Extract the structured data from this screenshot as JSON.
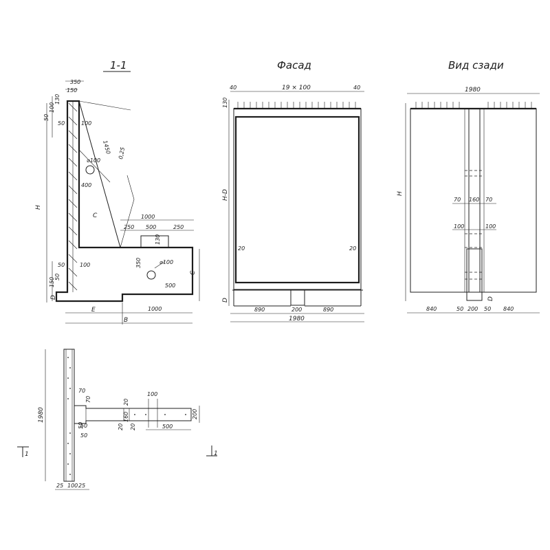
{
  "titles": {
    "section": "1-1",
    "facade": "Фасад",
    "rear": "Вид сзади"
  },
  "section_view": {
    "top": [
      "350",
      "150"
    ],
    "left_top": [
      "50",
      "100",
      "130"
    ],
    "left_bottom": [
      "50",
      "150",
      "50"
    ],
    "inner": [
      "50",
      "100",
      "400",
      "100",
      "C"
    ],
    "diag": [
      "1450",
      "0,25"
    ],
    "hole": "⌀100",
    "hole2": "⌀100",
    "h": "H",
    "d": "D",
    "e": "E",
    "b": "B",
    "c_right": "C",
    "base_top": [
      "1000",
      "250",
      "500",
      "250"
    ],
    "base": [
      "130",
      "350",
      "500",
      "1000"
    ]
  },
  "facade_view": {
    "top": [
      "40",
      "19 × 100",
      "40"
    ],
    "side": [
      "130",
      "H-D",
      "D"
    ],
    "inner": [
      "20",
      "20"
    ],
    "bottom": [
      "890",
      "200",
      "890",
      "1980"
    ]
  },
  "rear_view": {
    "top": "1980",
    "h": "H",
    "d": "D",
    "rib": [
      "70",
      "160",
      "70",
      "100",
      "100"
    ],
    "bottom": [
      "840",
      "50",
      "200",
      "50",
      "840"
    ]
  },
  "plan_view": {
    "height": "1980",
    "top": [
      "70",
      "70",
      "20",
      "100"
    ],
    "mid": [
      "50",
      "160",
      "20",
      "20",
      "200"
    ],
    "low": [
      "50",
      "50",
      "500"
    ],
    "bottom": [
      "25",
      "100",
      "25"
    ],
    "cut_left": "1",
    "cut_right": "1"
  }
}
